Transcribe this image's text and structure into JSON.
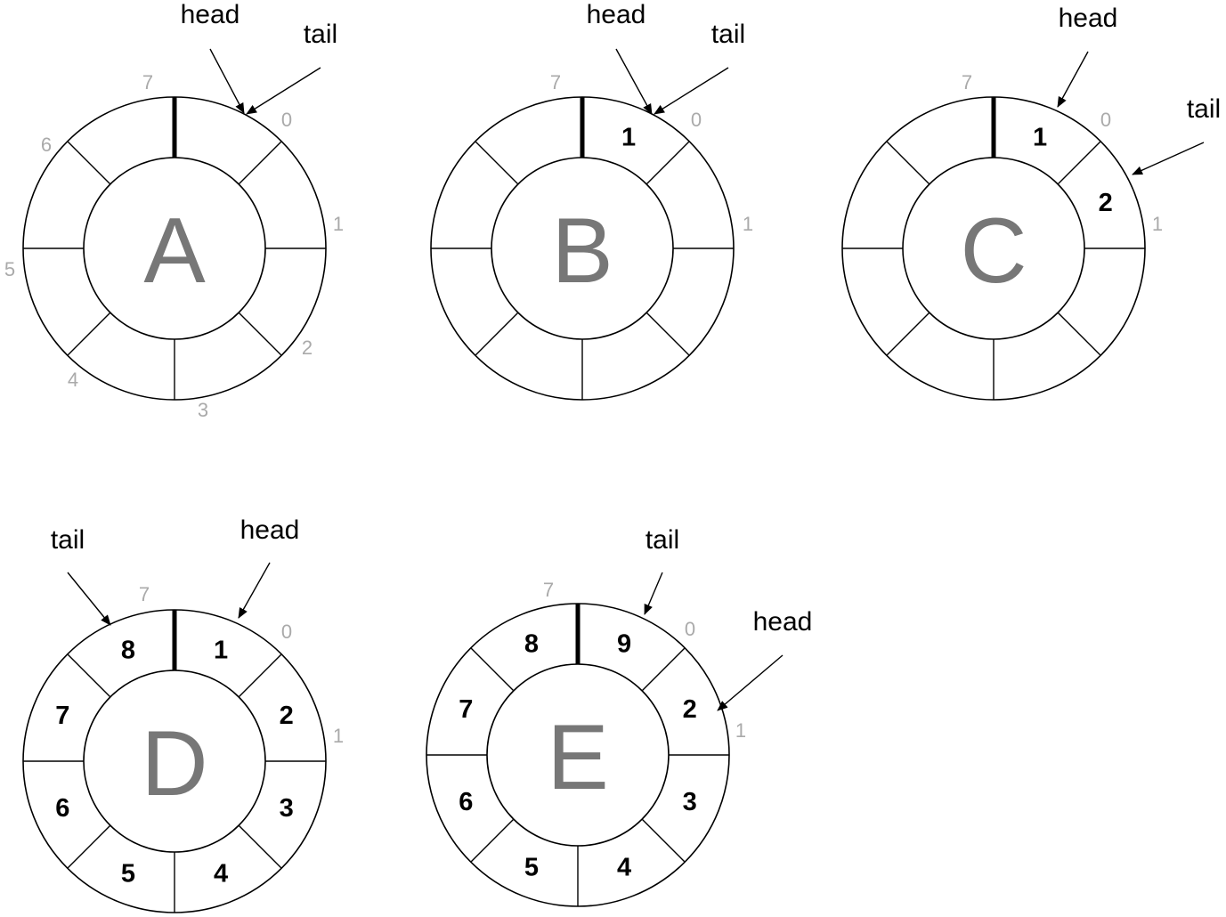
{
  "buffers": [
    {
      "letter": "A",
      "slot_indices": [
        "0",
        "1",
        "2",
        "3",
        "4",
        "5",
        "6",
        "7"
      ],
      "cells": [
        "",
        "",
        "",
        "",
        "",
        "",
        "",
        ""
      ],
      "pointers": [
        {
          "label": "head",
          "points_to": "start of slot 0"
        },
        {
          "label": "tail",
          "points_to": "start of slot 0"
        }
      ]
    },
    {
      "letter": "B",
      "slot_indices": [
        "0",
        "1",
        "",
        "",
        "",
        "",
        "",
        "7"
      ],
      "cells": [
        "1",
        "",
        "",
        "",
        "",
        "",
        "",
        ""
      ],
      "pointers": [
        {
          "label": "head",
          "points_to": "slot 0"
        },
        {
          "label": "tail",
          "points_to": "slot 0"
        }
      ]
    },
    {
      "letter": "C",
      "slot_indices": [
        "0",
        "1",
        "",
        "",
        "",
        "",
        "",
        "7"
      ],
      "cells": [
        "1",
        "2",
        "",
        "",
        "",
        "",
        "",
        ""
      ],
      "pointers": [
        {
          "label": "head",
          "points_to": "slot 0"
        },
        {
          "label": "tail",
          "points_to": "slot 1"
        }
      ]
    },
    {
      "letter": "D",
      "slot_indices": [
        "0",
        "1",
        "",
        "",
        "",
        "",
        "",
        "7"
      ],
      "cells": [
        "1",
        "2",
        "3",
        "4",
        "5",
        "6",
        "7",
        "8"
      ],
      "pointers": [
        {
          "label": "tail",
          "points_to": "slot 7"
        },
        {
          "label": "head",
          "points_to": "slot 0"
        }
      ]
    },
    {
      "letter": "E",
      "slot_indices": [
        "0",
        "1",
        "",
        "",
        "",
        "",
        "",
        "7"
      ],
      "cells": [
        "9",
        "2",
        "3",
        "4",
        "5",
        "6",
        "7",
        "8"
      ],
      "pointers": [
        {
          "label": "tail",
          "points_to": "slot 0"
        },
        {
          "label": "head",
          "points_to": "slot 1"
        }
      ]
    }
  ]
}
